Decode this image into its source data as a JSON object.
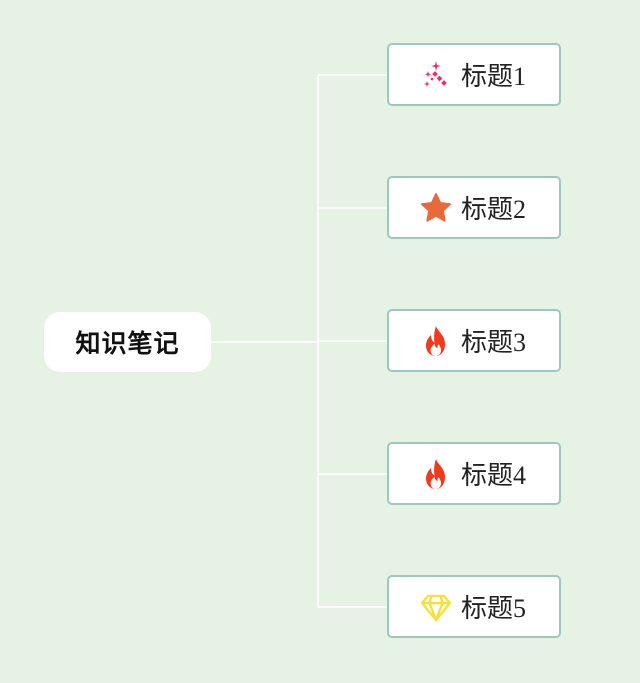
{
  "mindmap": {
    "root": {
      "label": "知识笔记"
    },
    "children": [
      {
        "label": "标题1",
        "icon": "magic-wand-icon",
        "icon_color": "#e8306e"
      },
      {
        "label": "标题2",
        "icon": "star-icon",
        "icon_color": "#e8693c"
      },
      {
        "label": "标题3",
        "icon": "fire-icon",
        "icon_color": "#f03a1e"
      },
      {
        "label": "标题4",
        "icon": "fire-icon",
        "icon_color": "#f03a1e"
      },
      {
        "label": "标题5",
        "icon": "diamond-icon",
        "icon_color": "#f2e23c"
      }
    ]
  },
  "colors": {
    "background": "#e6f2e4",
    "connector": "#ffffff",
    "node_border": "#9cc9bb"
  }
}
